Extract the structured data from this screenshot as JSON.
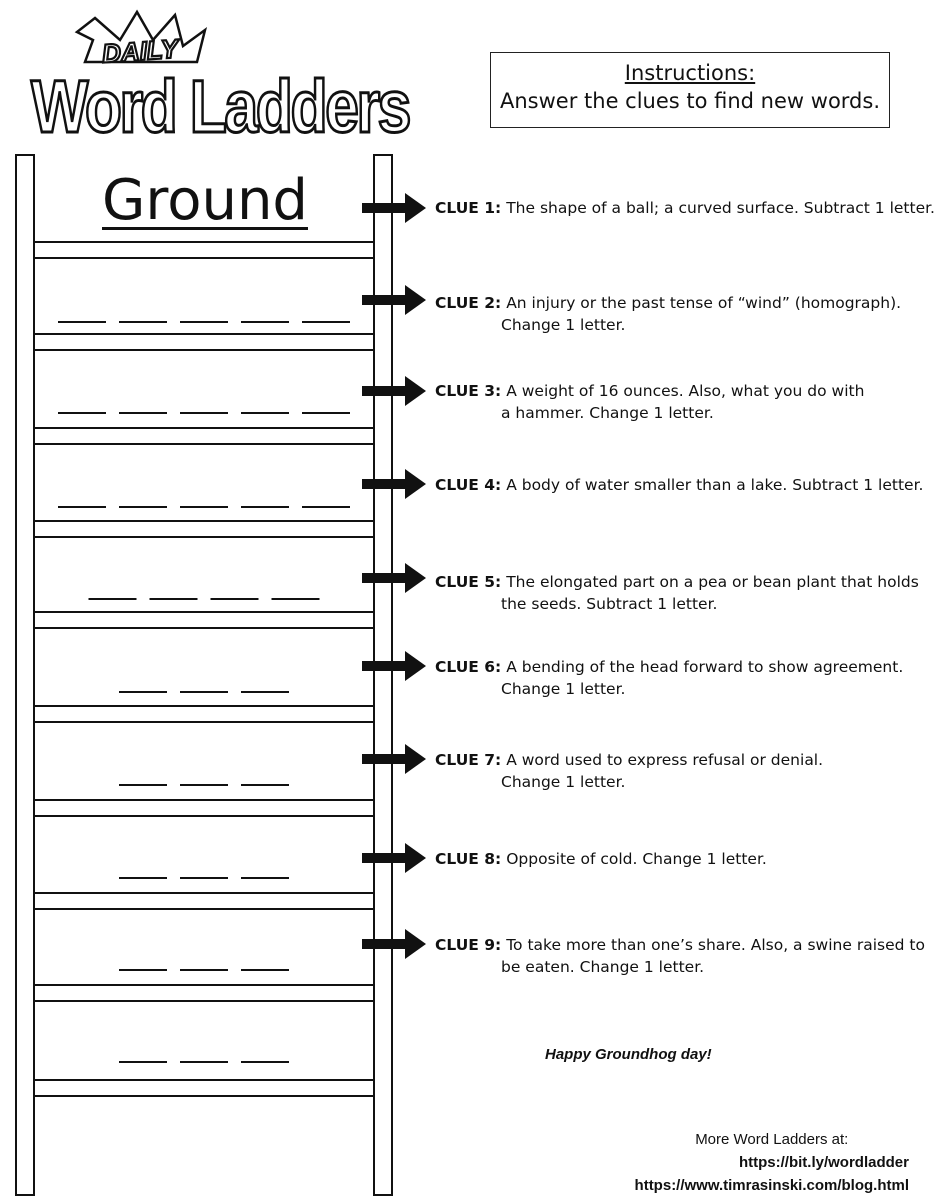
{
  "logo": {
    "top_word": "DAILY",
    "main_word": "Word Ladders"
  },
  "instructions": {
    "title": "Instructions:",
    "text": "Answer the clues to find new words."
  },
  "start_word": "Ground",
  "clues": [
    {
      "label": "CLUE 1:",
      "line1": "The shape of a  ball;  a curved surface.  Subtract 1 letter.",
      "line2": "",
      "blanks": 6
    },
    {
      "label": "CLUE 2:",
      "line1": "An injury or the past tense of “wind” (homograph).",
      "line2": "Change 1 letter.",
      "blanks": 5
    },
    {
      "label": "CLUE 3:",
      "line1": "A weight of 16 ounces.  Also, what you do with",
      "line2": "a hammer.  Change 1 letter.",
      "blanks": 5
    },
    {
      "label": "CLUE 4:",
      "line1": "A body of water smaller than a lake.  Subtract 1 letter.",
      "line2": "",
      "blanks": 5
    },
    {
      "label": "CLUE 5:",
      "line1": "The elongated part on a pea or bean plant that holds",
      "line2": "the seeds.  Subtract 1 letter.",
      "blanks": 4
    },
    {
      "label": "CLUE 6:",
      "line1": "A bending of the head forward to show agreement.",
      "line2": "Change 1 letter.",
      "blanks": 3
    },
    {
      "label": "CLUE 7:",
      "line1": "A word used to express refusal or denial.",
      "line2": "Change 1 letter.",
      "blanks": 3
    },
    {
      "label": "CLUE 8:",
      "line1": "Opposite of cold.  Change 1 letter.",
      "line2": "",
      "blanks": 3
    },
    {
      "label": "CLUE 9:",
      "line1": "To take more than one’s share.  Also, a swine raised to",
      "line2": "be eaten. Change 1 letter.",
      "blanks": 3
    }
  ],
  "final_blanks": 3,
  "footer_note": "Happy Groundhog day!",
  "more": {
    "label": "More Word Ladders at:",
    "url1": "https://bit.ly/wordladder",
    "url2": "https://www.timrasinski.com/blog.html"
  }
}
